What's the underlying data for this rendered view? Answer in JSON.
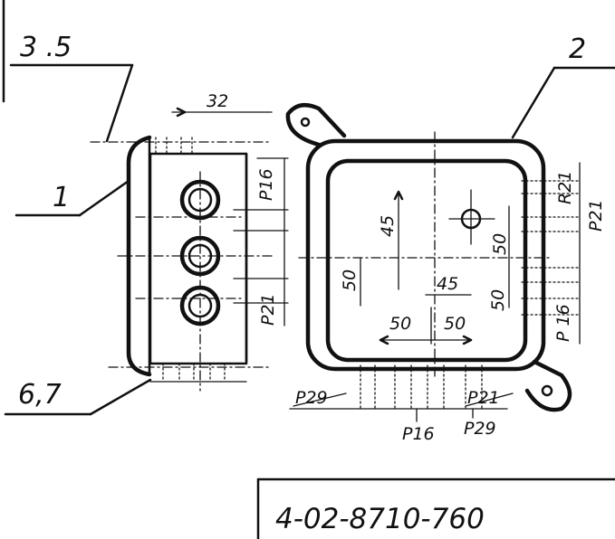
{
  "callouts": {
    "item_3_5": "3  .5",
    "item_2": "2",
    "item_1": "1",
    "item_6_7": "6,7"
  },
  "dimensions": {
    "width_32": "32",
    "p16_side": "P16",
    "p21_side": "P21",
    "d45_vertical": "45",
    "d50_left": "50",
    "d45_horizontal": "45",
    "d50_center": "50",
    "d50_bottom_left": "50",
    "d50_bottom_right": "50",
    "r21_right": "R21",
    "p21_right": "P21",
    "d50_right_top": "50",
    "p16_right": "P 16",
    "p29_left": "P29",
    "p21_bottom": "P21",
    "p16_bottom": "P16",
    "p29_bottom": "P29"
  },
  "drawing_number": "4-02-8710-760"
}
